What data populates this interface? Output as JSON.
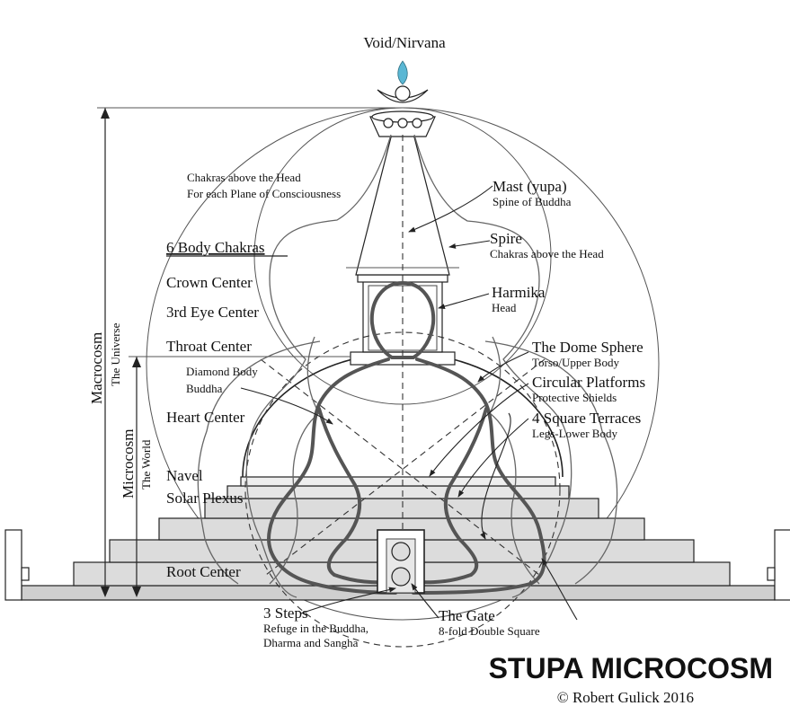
{
  "top": {
    "label": "Void/Nirvana"
  },
  "left_labels": {
    "chakras_above_title": "Chakras above the Head",
    "chakras_above_sub": "For each Plane of Consciousness",
    "body_chakras_heading": "6 Body Chakras",
    "crown": "Crown Center",
    "third_eye": "3rd Eye Center",
    "throat": "Throat Center",
    "diamond_line1": "Diamond Body",
    "diamond_line2": "Buddha",
    "heart": "Heart Center",
    "navel": "Navel",
    "solar": "Solar Plexus",
    "root": "Root Center"
  },
  "vertical_labels": {
    "macro": "Macrocosm",
    "macro_sub": "The Universe",
    "micro": "Microcosm",
    "micro_sub": "The World"
  },
  "right_labels": [
    {
      "title": "Mast (yupa)",
      "sub": "Spine of Buddha"
    },
    {
      "title": "Spire",
      "sub": "Chakras above the Head"
    },
    {
      "title": "Harmika",
      "sub": "Head"
    },
    {
      "title": "The Dome Sphere",
      "sub": "Torso/Upper Body"
    },
    {
      "title": "Circular Platforms",
      "sub": "Protective Shields"
    },
    {
      "title": "4 Square Terraces",
      "sub": "Legs-Lower Body"
    }
  ],
  "bottom_labels": {
    "steps_title": "3 Steps",
    "steps_sub1": "Refuge in the Buddha,",
    "steps_sub2": "Dharma and Sangha",
    "gate_title": "The Gate",
    "gate_sub": "8-fold Double Square"
  },
  "footer": {
    "title": "STUPA MICROCOSM",
    "copyright": "©  Robert Gulick 2016"
  },
  "colors": {
    "terrace_fill": "#dcdcdc",
    "flame_tip": "#5ab7d4",
    "body_stroke": "#555555"
  }
}
